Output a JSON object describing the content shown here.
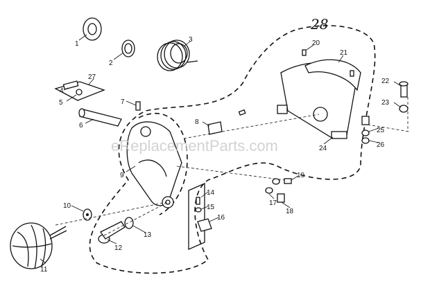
{
  "watermark": "eReplacementParts.com",
  "group_label": "28",
  "callouts": {
    "c1": "1",
    "c2": "2",
    "c3": "3",
    "c4": "4",
    "c5": "5",
    "c6": "6",
    "c7": "7",
    "c8": "8",
    "c9": "9",
    "c10": "10",
    "c11": "11",
    "c12": "12",
    "c13": "13",
    "c14": "14",
    "c15": "15",
    "c16": "16",
    "c17": "17",
    "c18": "18",
    "c19": "19",
    "c20": "20",
    "c21": "21",
    "c22": "22",
    "c23": "23",
    "c24": "24",
    "c25": "25",
    "c26": "26",
    "c27": "27"
  }
}
